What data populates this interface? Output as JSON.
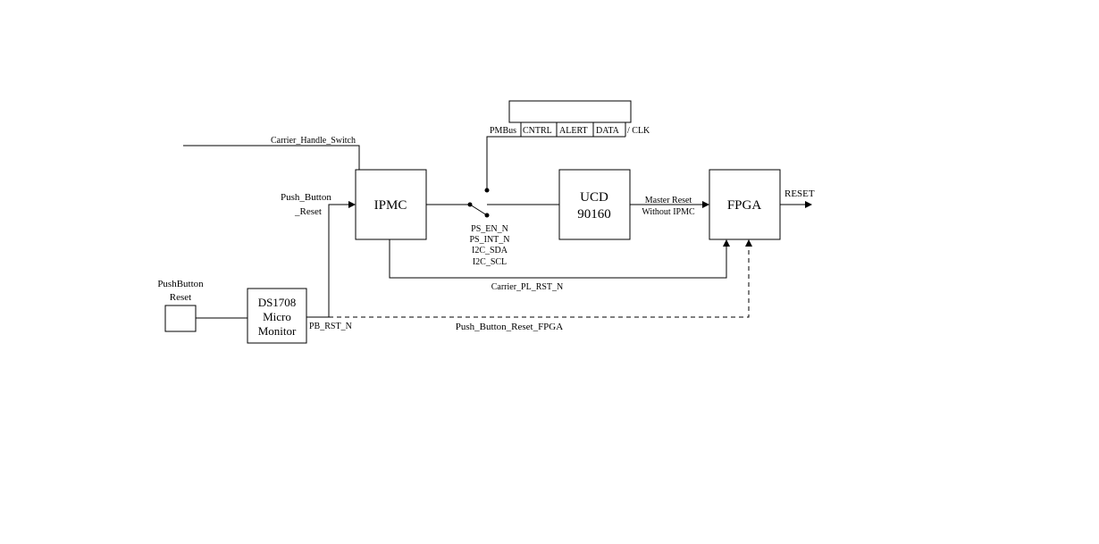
{
  "blocks": {
    "ipmc": "IPMC",
    "ucd_line1": "UCD",
    "ucd_line2": "90160",
    "fpga": "FPGA",
    "monitor_line1": "DS1708",
    "monitor_line2": "Micro",
    "monitor_line3": "Monitor"
  },
  "signals": {
    "carrier_handle_switch": "Carrier_Handle_Switch",
    "push_button_reset_line1": "Push_Button",
    "push_button_reset_line2": "_Reset",
    "pmbus": "PMBus",
    "cntrl": "CNTRL",
    "alert": "ALERT",
    "data": "DATA",
    "clk": "/ CLK",
    "ps_en_n": "PS_EN_N",
    "ps_int_n": "PS_INT_N",
    "i2c_sda": "I2C_SDA",
    "i2c_scl": "I2C_SCL",
    "master_reset_line1": "Master Reset",
    "master_reset_line2": "Without IPMC",
    "reset": "RESET",
    "carrier_pl_rst_n": "Carrier_PL_RST_N",
    "pb_rst_n": "PB_RST_N",
    "push_button_reset_fpga": "Push_Button_Reset_FPGA",
    "pushbutton_line1": "PushButton",
    "pushbutton_line2": "Reset"
  }
}
